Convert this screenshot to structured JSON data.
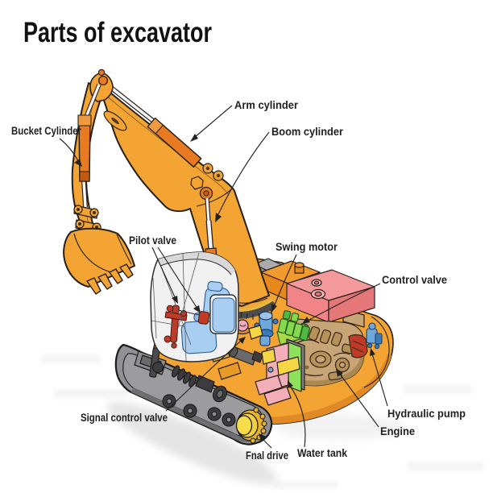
{
  "title": "Parts of excavator",
  "diagram": {
    "type": "labeled-diagram",
    "subject": "excavator cutaway illustration",
    "labels": [
      {
        "id": "arm-cylinder",
        "text": "Arm cylinder"
      },
      {
        "id": "boom-cylinder",
        "text": "Boom cylinder"
      },
      {
        "id": "bucket-cylinder",
        "text": "Bucket Cylinder"
      },
      {
        "id": "pilot-valve",
        "text": "Pilot valve"
      },
      {
        "id": "swing-motor",
        "text": "Swing motor"
      },
      {
        "id": "control-valve",
        "text": "Control valve"
      },
      {
        "id": "signal-control-valve",
        "text": "Signal control valve"
      },
      {
        "id": "hydraulic-pump",
        "text": "Hydraulic pump"
      },
      {
        "id": "engine",
        "text": "Engine"
      },
      {
        "id": "fnal-drive",
        "text": "Fnal drive"
      },
      {
        "id": "water-tank",
        "text": "Water tank"
      }
    ],
    "colors": {
      "machine_orange": "#F4A432",
      "cylinder_orange": "#E87A22",
      "track_gray": "#919193",
      "cab_gray": "#F1F1F1",
      "seat_blue": "#A8CEF2",
      "pilot_red": "#C03A26",
      "tank_pink": "#F0898B",
      "engine_tan": "#C8A577",
      "valve_green": "#86D94F",
      "pump_blue": "#6FA9DC",
      "tank_yellow": "#F6D643",
      "label_ink": "#1f1f1f"
    }
  }
}
